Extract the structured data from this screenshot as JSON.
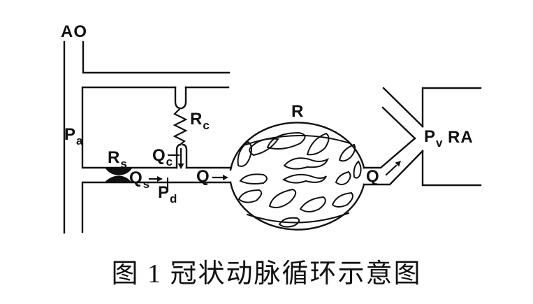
{
  "diagram": {
    "caption": "图 1 冠状动脉循环示意图",
    "labels": {
      "ao": "AO",
      "pa": {
        "base": "P",
        "sub": "a"
      },
      "rs": {
        "base": "R",
        "sub": "s"
      },
      "qs": {
        "base": "Q",
        "sub": "s"
      },
      "qc": {
        "base": "Q",
        "sub": "c"
      },
      "rc": {
        "base": "R",
        "sub": "c"
      },
      "pd": {
        "base": "P",
        "sub": "d"
      },
      "q_inflow": "Q",
      "r_bed": "R",
      "q_outflow": "Q",
      "pv": {
        "base": "P",
        "sub": "v"
      },
      "ra": "RA"
    },
    "colors": {
      "ink": "#111111",
      "paper": "#ffffff"
    }
  }
}
